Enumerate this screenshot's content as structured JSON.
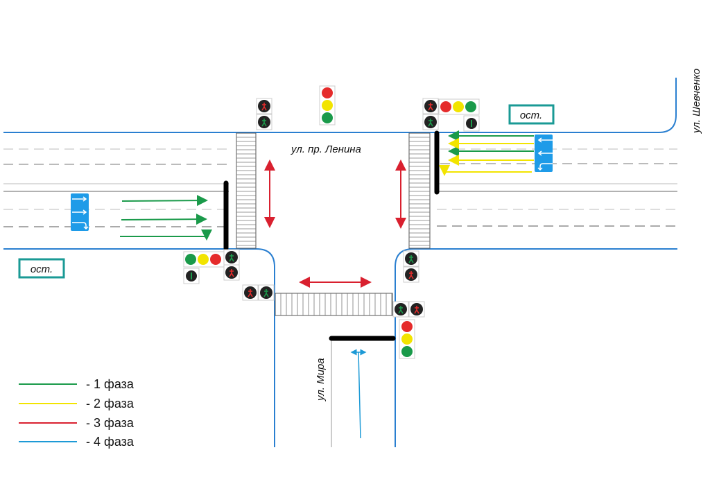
{
  "streets": {
    "main": "ул. пр. Ленина",
    "south": "ул. Мира",
    "east": "ул. Шевченко"
  },
  "bus_stops": {
    "north_east": "ост.",
    "south_west": "ост."
  },
  "colors": {
    "phase1": "#1a9a4a",
    "phase2": "#f2e400",
    "phase3": "#d9202f",
    "phase4": "#1d9ad6",
    "road_edge": "#2a7fd0",
    "stop_line": "#000000",
    "sign_blue": "#1e9be8",
    "stop_box": "#1a9a95"
  },
  "legend": [
    {
      "label": "- 1 фаза",
      "color": "#1a9a4a"
    },
    {
      "label": "- 2 фаза",
      "color": "#f2e400"
    },
    {
      "label": "- 3 фаза",
      "color": "#d9202f"
    },
    {
      "label": "- 4 фаза",
      "color": "#1d9ad6"
    }
  ]
}
